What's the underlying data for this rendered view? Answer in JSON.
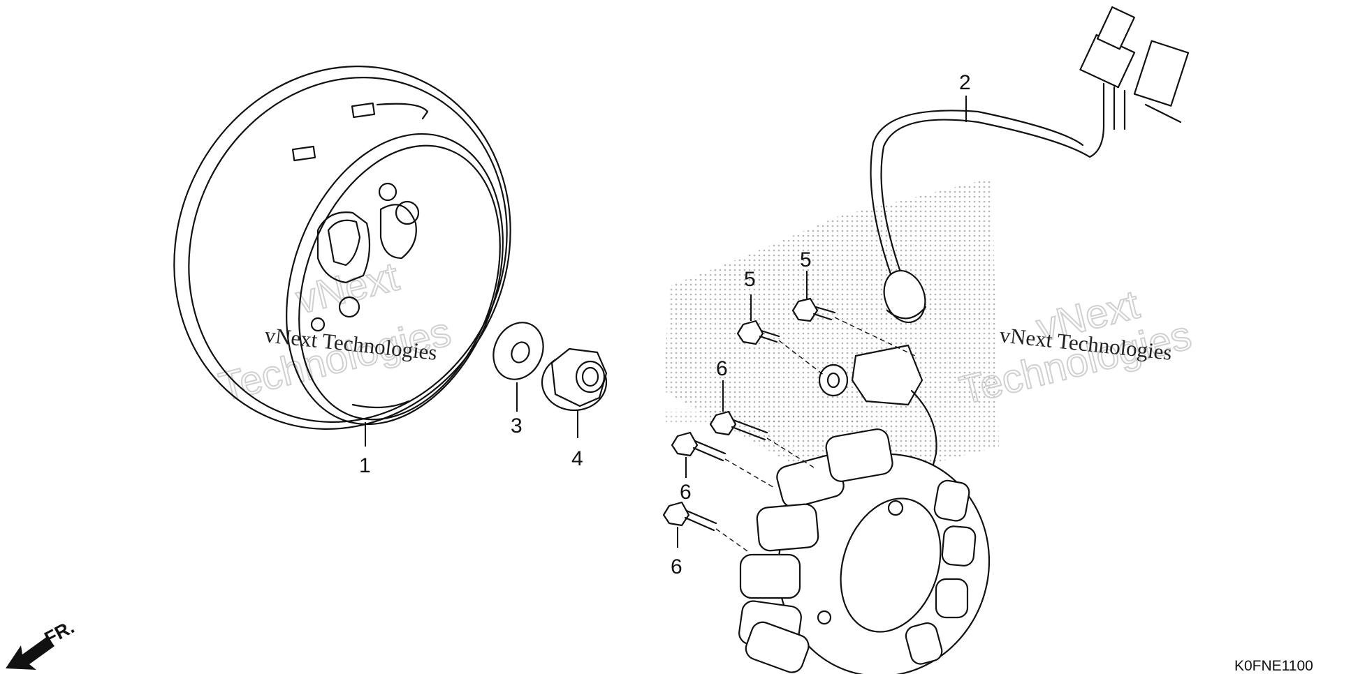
{
  "callouts": [
    {
      "id": "1",
      "text": "1"
    },
    {
      "id": "2",
      "text": "2"
    },
    {
      "id": "3",
      "text": "3"
    },
    {
      "id": "4",
      "text": "4"
    },
    {
      "id": "5a",
      "text": "5"
    },
    {
      "id": "5b",
      "text": "5"
    },
    {
      "id": "6a",
      "text": "6"
    },
    {
      "id": "6b",
      "text": "6"
    },
    {
      "id": "6c",
      "text": "6"
    }
  ],
  "direction_indicator": {
    "text": "FR.",
    "icon": "front-direction-arrow-icon"
  },
  "diagram_code": "K0FNE1100",
  "watermark": {
    "line1": "vNext",
    "line2": "Technologies",
    "brand": "vNext Technologies"
  }
}
